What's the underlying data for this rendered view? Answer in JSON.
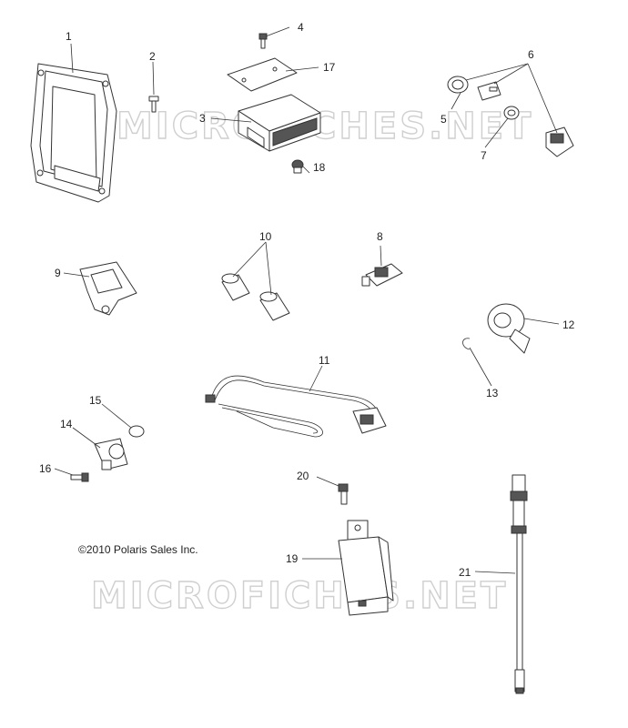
{
  "copyright": "©2010 Polaris Sales Inc.",
  "watermark": "MICROFICHES.NET",
  "callouts": [
    {
      "id": "1",
      "label": "1"
    },
    {
      "id": "2",
      "label": "2"
    },
    {
      "id": "3",
      "label": "3"
    },
    {
      "id": "4",
      "label": "4"
    },
    {
      "id": "5",
      "label": "5"
    },
    {
      "id": "6",
      "label": "6"
    },
    {
      "id": "7",
      "label": "7"
    },
    {
      "id": "8",
      "label": "8"
    },
    {
      "id": "9",
      "label": "9"
    },
    {
      "id": "10",
      "label": "10"
    },
    {
      "id": "11",
      "label": "11"
    },
    {
      "id": "12",
      "label": "12"
    },
    {
      "id": "13",
      "label": "13"
    },
    {
      "id": "14",
      "label": "14"
    },
    {
      "id": "15",
      "label": "15"
    },
    {
      "id": "16",
      "label": "16"
    },
    {
      "id": "17",
      "label": "17"
    },
    {
      "id": "18",
      "label": "18"
    },
    {
      "id": "19",
      "label": "19"
    },
    {
      "id": "20",
      "label": "20"
    },
    {
      "id": "21",
      "label": "21"
    }
  ]
}
